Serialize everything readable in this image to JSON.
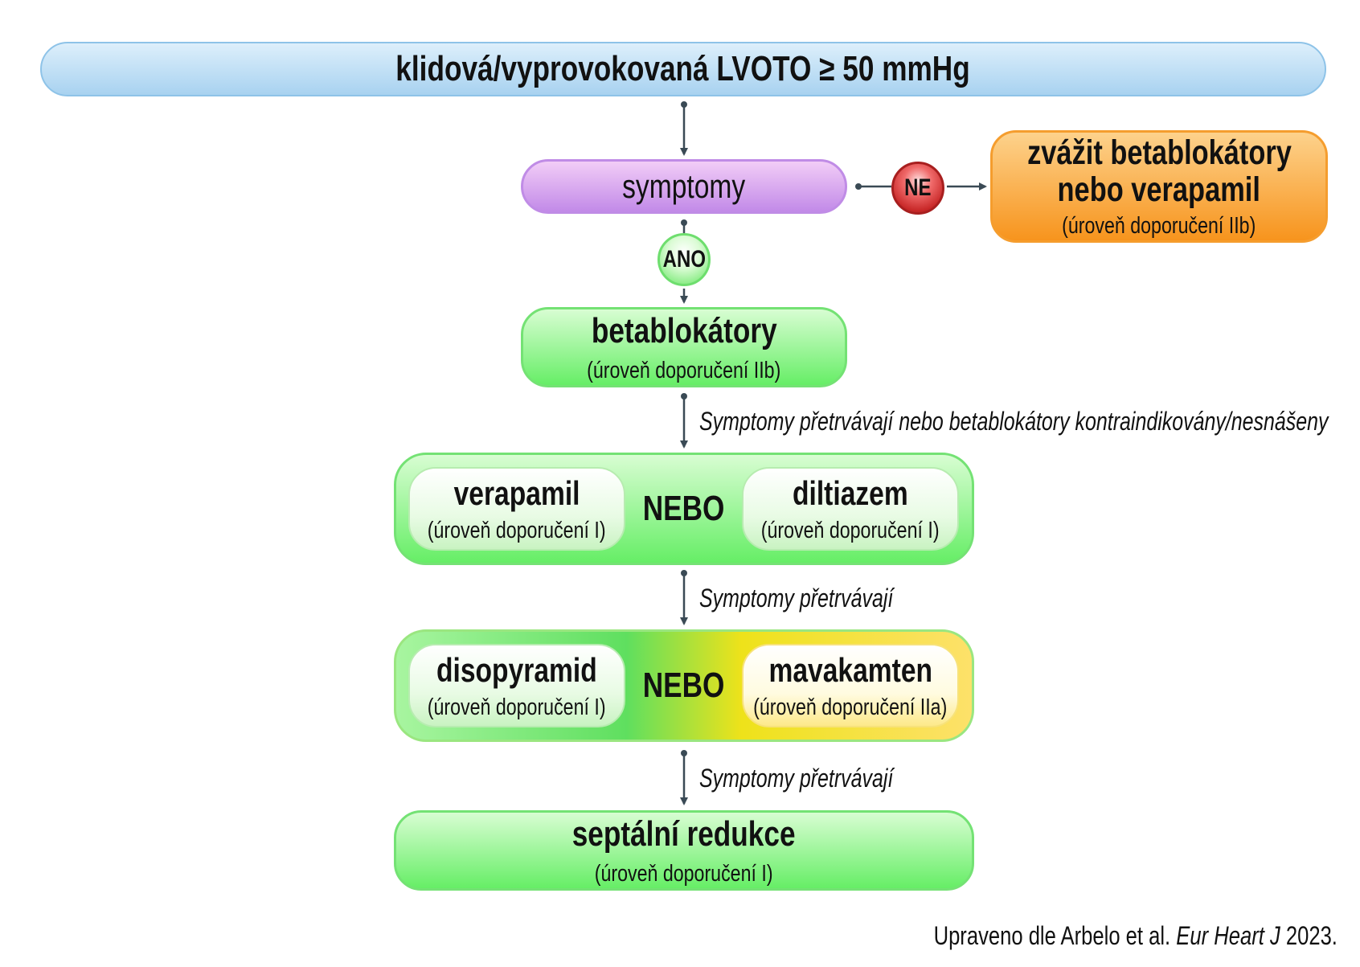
{
  "top": {
    "label": "klidová/vyprovokovaná LVOTO ≥ 50 mmHg"
  },
  "symptoms": {
    "label": "symptomy"
  },
  "no_branch": {
    "badge": "NE",
    "line1": "zvážit betablokátory",
    "line2": "nebo verapamil",
    "level": "(úroveň doporučení IIb)"
  },
  "yes_branch": {
    "badge": "ANO"
  },
  "beta_blockers": {
    "label": "betablokátory",
    "level": "(úroveň doporučení IIb)"
  },
  "note1": "Symptomy přetrvávají nebo betablokátory kontraindikovány/nesnášeny",
  "step2": {
    "left": {
      "label": "verapamil",
      "level": "(úroveň doporučení I)"
    },
    "or": "NEBO",
    "right": {
      "label": "diltiazem",
      "level": "(úroveň doporučení I)"
    }
  },
  "note2": "Symptomy přetrvávají",
  "step3": {
    "left": {
      "label": "disopyramid",
      "level": "(úroveň doporučení I)"
    },
    "or": "NEBO",
    "right": {
      "label": "mavakamten",
      "level": "(úroveň doporučení IIa)"
    }
  },
  "note3": "Symptomy přetrvávají",
  "septal": {
    "label": "septální redukce",
    "level": "(úroveň doporučení I)"
  },
  "credit": {
    "prefix": "Upraveno dle Arbelo et al.",
    "journal": "Eur Heart J",
    "year": "2023."
  }
}
